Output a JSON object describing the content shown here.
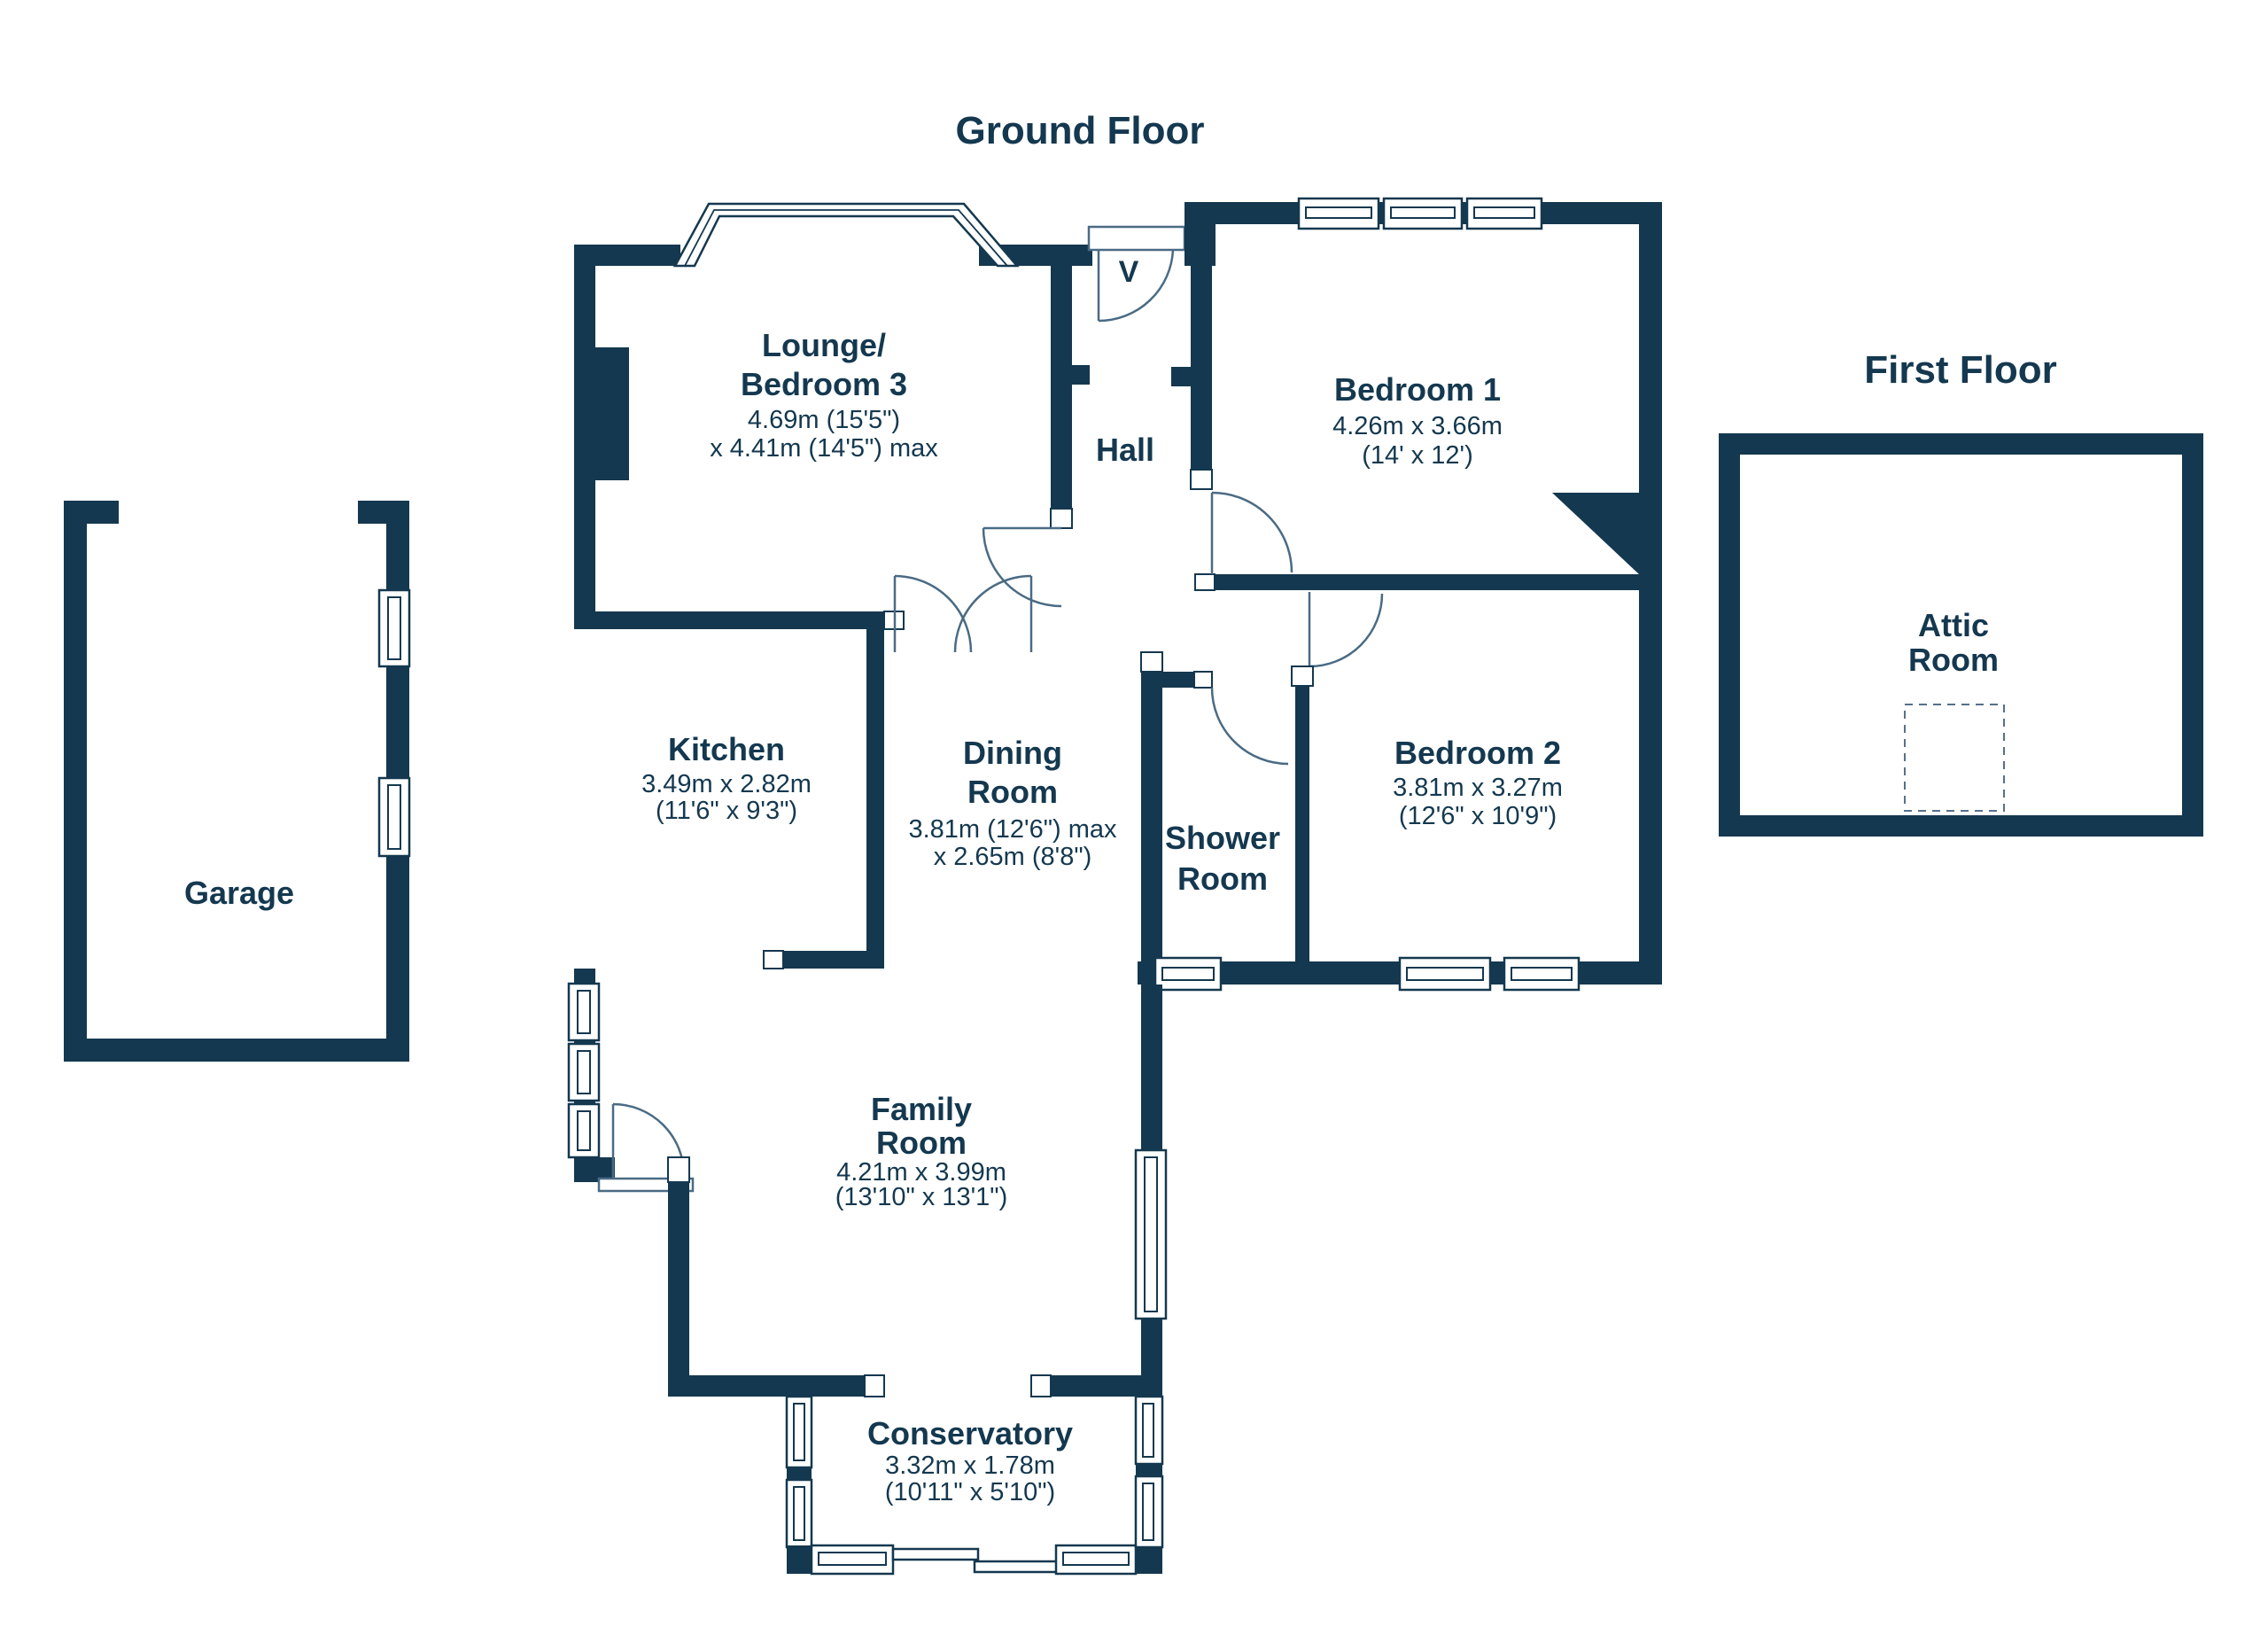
{
  "titles": {
    "ground_floor": "Ground Floor",
    "first_floor": "First Floor"
  },
  "colors": {
    "wall": "#14384F",
    "thin_line": "#4A6B84",
    "text": "#14384F",
    "background": "#FFFFFF"
  },
  "rooms": {
    "lounge": {
      "name1": "Lounge/",
      "name2": "Bedroom 3",
      "dims1": "4.69m (15'5\")",
      "dims2": "x 4.41m (14'5\") max"
    },
    "vestibule": {
      "name": "V"
    },
    "hall": {
      "name": "Hall"
    },
    "bedroom1": {
      "name": "Bedroom 1",
      "dims1": "4.26m x 3.66m",
      "dims2": "(14' x 12')"
    },
    "kitchen": {
      "name": "Kitchen",
      "dims1": "3.49m x 2.82m",
      "dims2": "(11'6\" x 9'3\")"
    },
    "dining": {
      "name1": "Dining",
      "name2": "Room",
      "dims1": "3.81m (12'6\") max",
      "dims2": "x 2.65m (8'8\")"
    },
    "shower": {
      "name1": "Shower",
      "name2": "Room"
    },
    "bedroom2": {
      "name": "Bedroom 2",
      "dims1": "3.81m x 3.27m",
      "dims2": "(12'6\" x 10'9\")"
    },
    "family": {
      "name1": "Family",
      "name2": "Room",
      "dims1": "4.21m x 3.99m",
      "dims2": "(13'10\" x 13'1\")"
    },
    "conservatory": {
      "name": "Conservatory",
      "dims1": "3.32m x 1.78m",
      "dims2": "(10'11\" x 5'10\")"
    },
    "garage": {
      "name": "Garage"
    },
    "attic": {
      "name1": "Attic",
      "name2": "Room"
    }
  }
}
